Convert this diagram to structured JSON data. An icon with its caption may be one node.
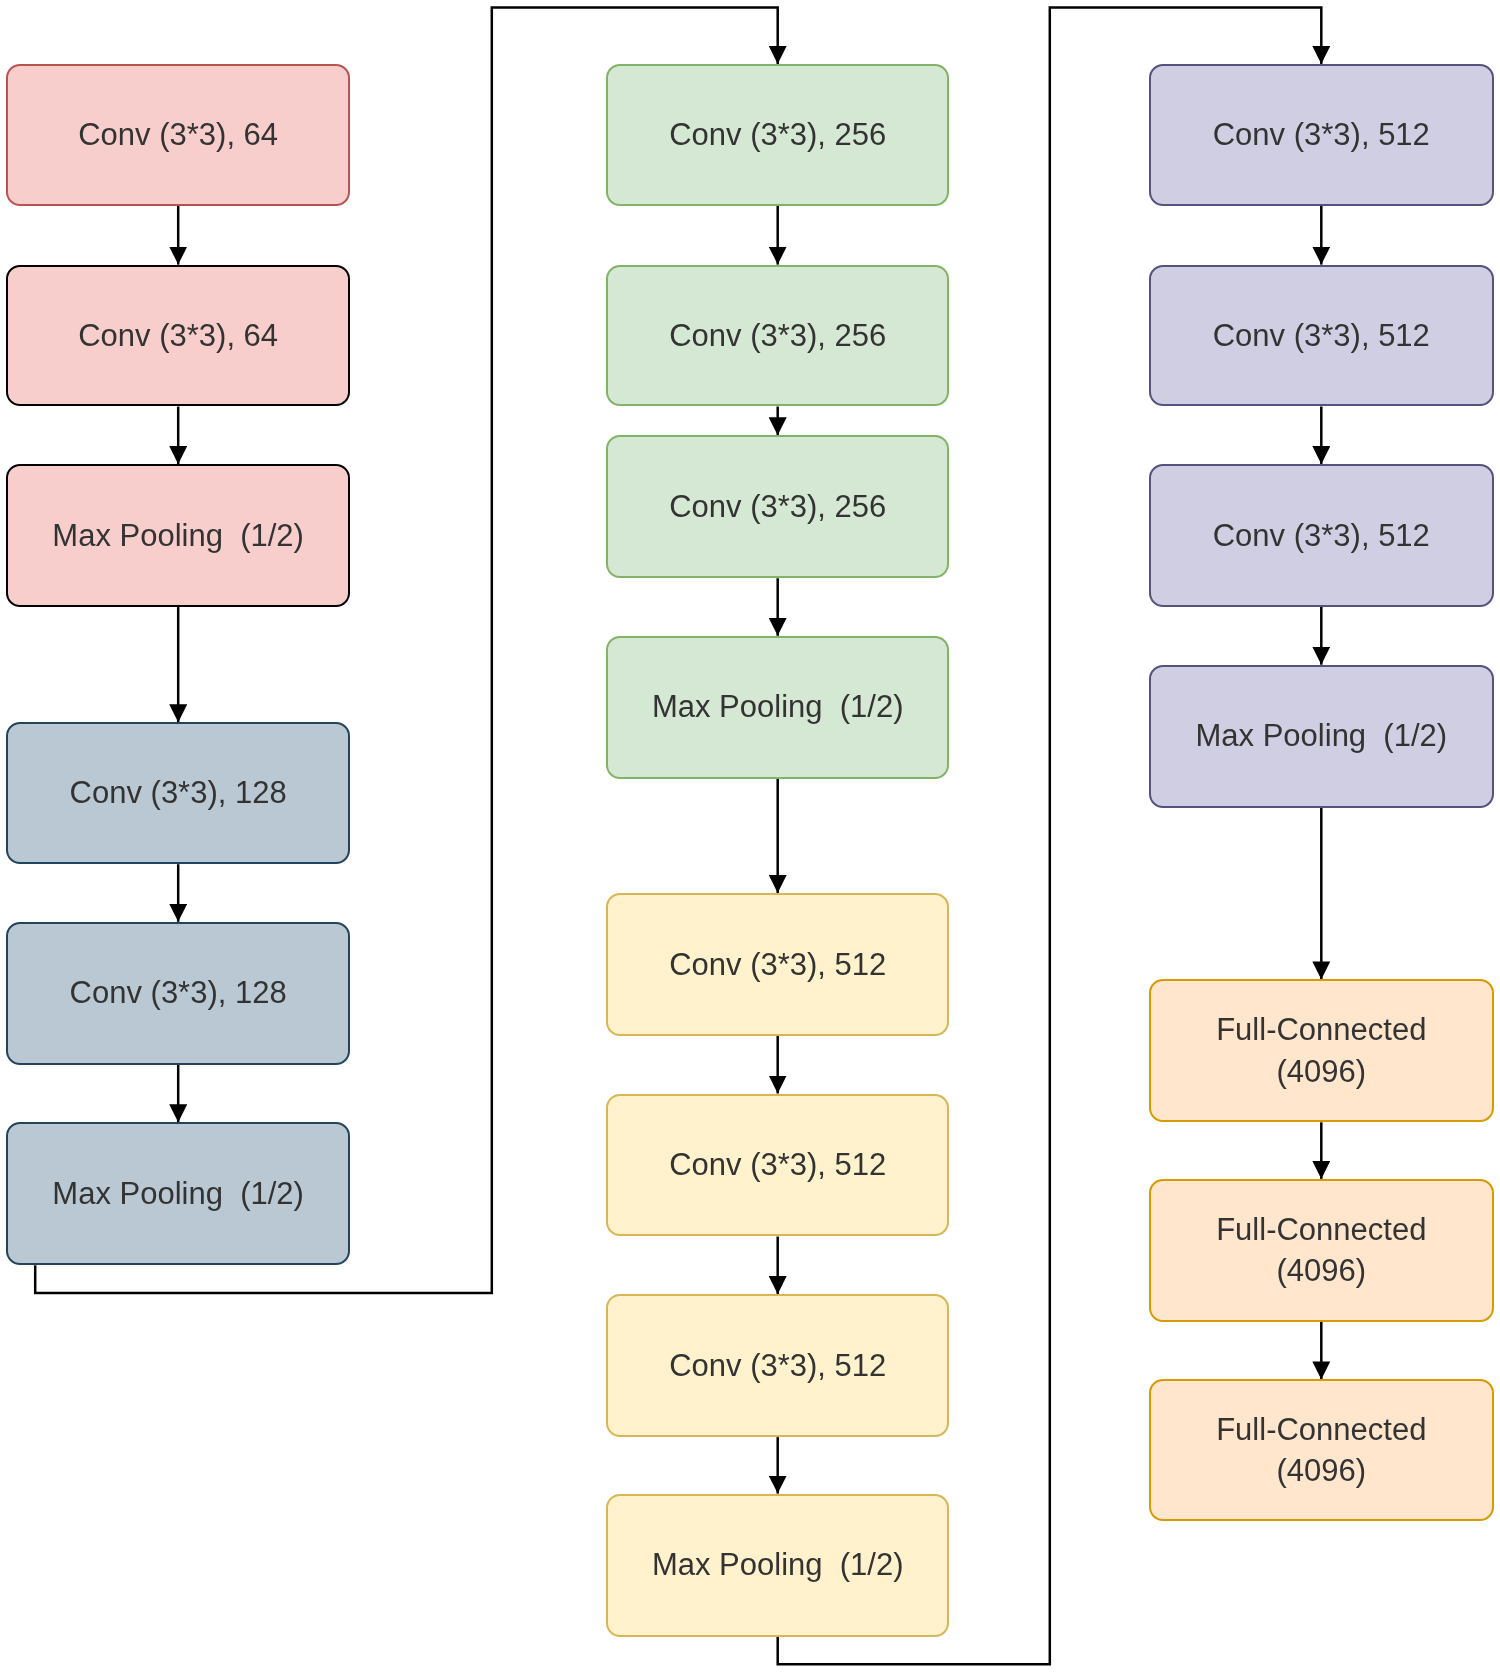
{
  "diagram": {
    "nodes": [
      {
        "text": [
          "Conv (3*3), 64"
        ]
      },
      {
        "text": [
          "Conv (3*3), 64"
        ]
      },
      {
        "text": [
          "Max Pooling  (1/2)"
        ]
      },
      {
        "text": [
          "Conv (3*3), 128"
        ]
      },
      {
        "text": [
          "Conv (3*3), 128"
        ]
      },
      {
        "text": [
          "Max Pooling  (1/2)"
        ]
      },
      {
        "text": [
          "Conv (3*3), 256"
        ]
      },
      {
        "text": [
          "Conv (3*3), 256"
        ]
      },
      {
        "text": [
          "Conv (3*3), 256"
        ]
      },
      {
        "text": [
          "Max Pooling  (1/2)"
        ]
      },
      {
        "text": [
          "Conv (3*3), 512"
        ]
      },
      {
        "text": [
          "Conv (3*3), 512"
        ]
      },
      {
        "text": [
          "Conv (3*3), 512"
        ]
      },
      {
        "text": [
          "Max Pooling  (1/2)"
        ]
      },
      {
        "text": [
          "Conv (3*3), 512"
        ]
      },
      {
        "text": [
          "Conv (3*3), 512"
        ]
      },
      {
        "text": [
          "Conv (3*3), 512"
        ]
      },
      {
        "text": [
          "Max Pooling  (1/2)"
        ]
      },
      {
        "text": [
          "Full-Connected (4096)"
        ]
      },
      {
        "text": [
          "Full-Connected (4096)"
        ]
      },
      {
        "text": [
          "Full-Connected (4096)"
        ]
      }
    ],
    "edges": [
      {
        "from": 0,
        "to": 1,
        "arrow": "to"
      },
      {
        "from": 1,
        "to": 2,
        "arrow": "to"
      },
      {
        "from": 2,
        "to": 3,
        "arrow": "to"
      },
      {
        "from": 3,
        "to": 4,
        "arrow": "to"
      },
      {
        "from": 4,
        "to": 5,
        "arrow": "to"
      },
      {
        "from": 5,
        "to": 6,
        "arrow": "to"
      },
      {
        "from": 6,
        "to": 7,
        "arrow": "to"
      },
      {
        "from": 7,
        "to": 8,
        "arrow": "to"
      },
      {
        "from": 8,
        "to": 9,
        "arrow": "to"
      },
      {
        "from": 9,
        "to": 10,
        "arrow": "to"
      },
      {
        "from": 10,
        "to": 11,
        "arrow": "to"
      },
      {
        "from": 11,
        "to": 12,
        "arrow": "to"
      },
      {
        "from": 12,
        "to": 13,
        "arrow": "to"
      },
      {
        "from": 13,
        "to": 14,
        "arrow": "to"
      },
      {
        "from": 14,
        "to": 15,
        "arrow": "to"
      },
      {
        "from": 15,
        "to": 16,
        "arrow": "to"
      },
      {
        "from": 16,
        "to": 17,
        "arrow": "to"
      },
      {
        "from": 17,
        "to": 18,
        "arrow": "to"
      },
      {
        "from": 18,
        "to": 19,
        "arrow": "to"
      },
      {
        "from": 19,
        "to": 20,
        "arrow": "to"
      }
    ]
  }
}
